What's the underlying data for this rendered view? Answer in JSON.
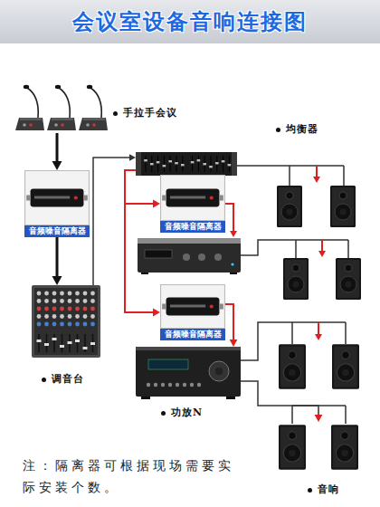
{
  "diagram": {
    "title": "会议室设备音响连接图",
    "nodes": [
      {
        "text": [
          "手拉手会议"
        ]
      },
      {
        "text": [
          "音频噪音隔离器"
        ]
      },
      {
        "text": [
          "调音台"
        ]
      },
      {
        "text": [
          "均衡器"
        ]
      },
      {
        "text": [
          "音频噪音隔离器"
        ]
      },
      {
        "text": [
          "音频噪音隔离器"
        ]
      },
      {
        "text": [
          "功放N"
        ]
      },
      {
        "text": [
          "音响"
        ]
      }
    ],
    "edges": [
      {
        "from": 0,
        "to": 1,
        "arrow": "to"
      },
      {
        "from": 1,
        "to": 2,
        "arrow": "to"
      },
      {
        "from": 2,
        "to": 3,
        "arrow": "to"
      },
      {
        "from": 3,
        "to": 4,
        "arrow": "to"
      },
      {
        "from": 3,
        "to": 5,
        "arrow": "to"
      },
      {
        "from": 5,
        "to": 6,
        "arrow": "to"
      },
      {
        "from": 6,
        "to": 7,
        "arrow": "to"
      }
    ],
    "labels": [
      "注：隔离器可根据现场需要实际安装个数。"
    ]
  }
}
